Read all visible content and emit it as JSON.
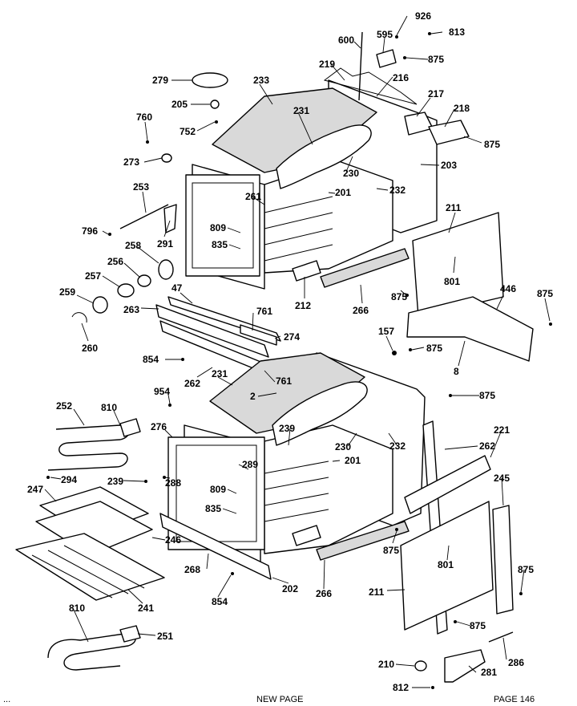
{
  "callouts": {
    "c926": "926",
    "c813": "813",
    "c600": "600",
    "c595": "595",
    "c875a": "875",
    "c219": "219",
    "c216": "216",
    "c217": "217",
    "c218": "218",
    "c875b": "875",
    "c279": "279",
    "c233": "233",
    "c205": "205",
    "c752": "752",
    "c231a": "231",
    "c760": "760",
    "c273": "273",
    "c230a": "230",
    "c203": "203",
    "c201a": "201",
    "c232a": "232",
    "c253": "253",
    "c261": "261",
    "c809a": "809",
    "c211a": "211",
    "c796": "796",
    "c291": "291",
    "c835a": "835",
    "c258": "258",
    "c256": "256",
    "c801a": "801",
    "c257": "257",
    "c212": "212",
    "c875c": "875",
    "c446": "446",
    "c875d": "875",
    "c259": "259",
    "c266a": "266",
    "c263": "263",
    "c47": "47",
    "c761a": "761",
    "c274": "274",
    "c157": "157",
    "c875e": "875",
    "c260": "260",
    "c8": "8",
    "c854a": "854",
    "c262a": "262",
    "c231b": "231",
    "c761b": "761",
    "c875f": "875",
    "c954": "954",
    "c2": "2",
    "c252": "252",
    "c810a": "810",
    "c276": "276",
    "c239a": "239",
    "c230b": "230",
    "c232b": "232",
    "c221": "221",
    "c262b": "262",
    "c201b": "201",
    "c289": "289",
    "c294": "294",
    "c239b": "239",
    "c288": "288",
    "c809b": "809",
    "c245": "245",
    "c247": "247",
    "c835b": "835",
    "c246": "246",
    "c875g": "875",
    "c801b": "801",
    "c875h": "875",
    "c268": "268",
    "c202": "202",
    "c266b": "266",
    "c241": "241",
    "c854b": "854",
    "c211b": "211",
    "c810b": "810",
    "c251": "251",
    "c875i": "875",
    "c286": "286",
    "c210": "210",
    "c281": "281",
    "c812": "812"
  },
  "footer": {
    "left": "...",
    "center": "NEW PAGE",
    "right": "PAGE 146"
  }
}
